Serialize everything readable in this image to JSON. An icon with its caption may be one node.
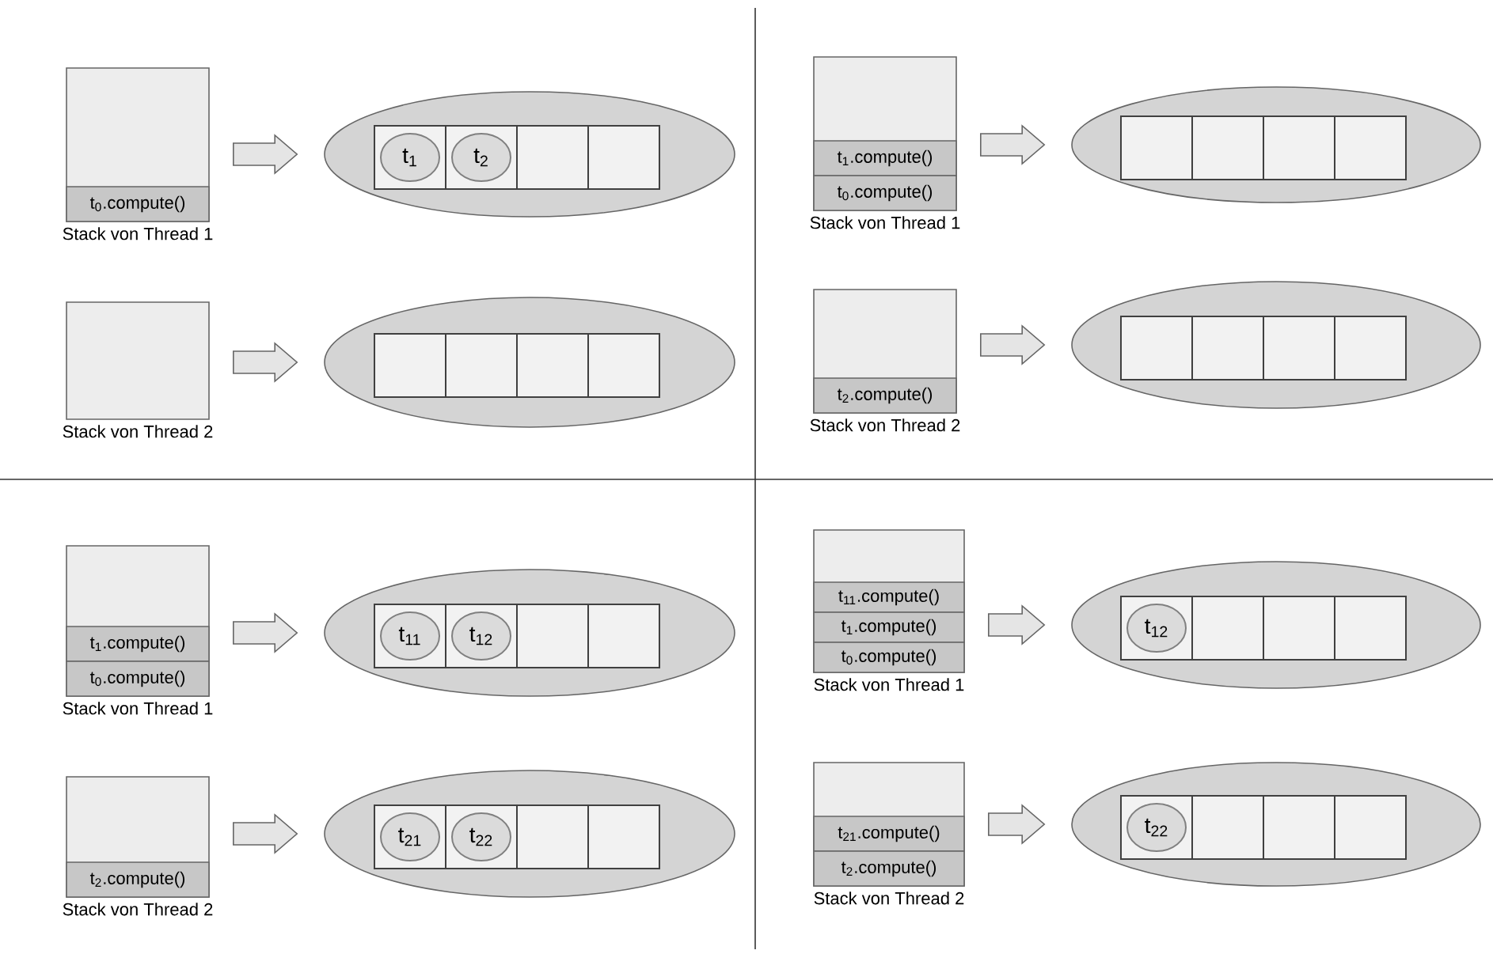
{
  "diagram": {
    "nodes": [
      {
        "text": [
          "Stack von Thread 1"
        ]
      },
      {
        "text": [
          "t$_{0}$.compute()"
        ],
        "in": 0
      },
      {
        "text": [],
        "shape": "ellipse"
      },
      {
        "text": [],
        "shape": "box",
        "in": 2
      },
      {
        "text": [
          "t$_{1}$"
        ],
        "in": 3
      },
      {
        "text": [],
        "shape": "box",
        "in": 2
      },
      {
        "text": [
          "t$_{2}$"
        ],
        "in": 5
      },
      {
        "text": [],
        "shape": "box",
        "in": 2
      },
      {
        "text": [],
        "shape": "box",
        "in": 2
      },
      {
        "text": [
          "Stack von Thread 2"
        ]
      },
      {
        "text": [],
        "shape": "ellipse"
      },
      {
        "text": [],
        "shape": "box",
        "in": 10
      },
      {
        "text": [],
        "shape": "box",
        "in": 10
      },
      {
        "text": [],
        "shape": "box",
        "in": 10
      },
      {
        "text": [],
        "shape": "box",
        "in": 10
      },
      {
        "text": [
          "Stack von Thread 1"
        ]
      },
      {
        "text": [
          "t$_{1}$.compute()"
        ],
        "in": 15
      },
      {
        "text": [
          "t$_{0}$.compute()"
        ],
        "in": 15
      },
      {
        "text": [],
        "shape": "ellipse"
      },
      {
        "text": [],
        "shape": "box",
        "in": 18
      },
      {
        "text": [],
        "shape": "box",
        "in": 18
      },
      {
        "text": [],
        "shape": "box",
        "in": 18
      },
      {
        "text": [],
        "shape": "box",
        "in": 18
      },
      {
        "text": [
          "Stack von Thread 2"
        ]
      },
      {
        "text": [
          "t$_{2}$.compute()"
        ],
        "in": 23
      },
      {
        "text": [],
        "shape": "ellipse"
      },
      {
        "text": [],
        "shape": "box",
        "in": 25
      },
      {
        "text": [],
        "shape": "box",
        "in": 25
      },
      {
        "text": [],
        "shape": "box",
        "in": 25
      },
      {
        "text": [],
        "shape": "box",
        "in": 25
      },
      {
        "text": [
          "Stack von Thread 1"
        ]
      },
      {
        "text": [
          "t$_{1}$.compute()"
        ],
        "in": 30
      },
      {
        "text": [
          "t$_{0}$.compute()"
        ],
        "in": 30
      },
      {
        "text": [],
        "shape": "ellipse"
      },
      {
        "text": [],
        "shape": "box",
        "in": 33
      },
      {
        "text": [
          "t$_{11}$"
        ],
        "in": 34
      },
      {
        "text": [],
        "shape": "box",
        "in": 33
      },
      {
        "text": [
          "t$_{12}$"
        ],
        "in": 36
      },
      {
        "text": [],
        "shape": "box",
        "in": 33
      },
      {
        "text": [],
        "shape": "box",
        "in": 33
      },
      {
        "text": [
          "Stack von Thread 2"
        ]
      },
      {
        "text": [
          "t$_{2}$.compute()"
        ],
        "in": 40
      },
      {
        "text": [],
        "shape": "ellipse"
      },
      {
        "text": [],
        "shape": "box",
        "in": 42
      },
      {
        "text": [
          "t$_{21}$"
        ],
        "in": 43
      },
      {
        "text": [],
        "shape": "box",
        "in": 42
      },
      {
        "text": [
          "t$_{22}$"
        ],
        "in": 45
      },
      {
        "text": [],
        "shape": "box",
        "in": 42
      },
      {
        "text": [],
        "shape": "box",
        "in": 42
      },
      {
        "text": [
          "Stack von Thread 1"
        ]
      },
      {
        "text": [
          "t$_{11}$.compute()"
        ],
        "in": 49
      },
      {
        "text": [
          "t$_{1}$.compute()"
        ],
        "in": 49
      },
      {
        "text": [
          "t$_{0}$.compute()"
        ],
        "in": 49
      },
      {
        "text": [],
        "shape": "ellipse"
      },
      {
        "text": [],
        "shape": "box",
        "in": 53
      },
      {
        "text": [
          "t$_{12}$"
        ],
        "in": 54
      },
      {
        "text": [],
        "shape": "box",
        "in": 53
      },
      {
        "text": [],
        "shape": "box",
        "in": 53
      },
      {
        "text": [],
        "shape": "box",
        "in": 53
      },
      {
        "text": [
          "Stack von Thread 2"
        ]
      },
      {
        "text": [
          "t$_{21}$.compute()"
        ],
        "in": 59
      },
      {
        "text": [
          "t$_{2}$.compute()"
        ],
        "in": 59
      },
      {
        "text": [],
        "shape": "ellipse"
      },
      {
        "text": [],
        "shape": "box",
        "in": 62
      },
      {
        "text": [
          "t$_{22}$"
        ],
        "in": 63
      },
      {
        "text": [],
        "shape": "box",
        "in": 62
      },
      {
        "text": [],
        "shape": "box",
        "in": 62
      },
      {
        "text": [],
        "shape": "box",
        "in": 62
      }
    ],
    "edges": [
      {
        "from": 0,
        "to": 2,
        "arrow": "to"
      },
      {
        "from": 9,
        "to": 10,
        "arrow": "to"
      },
      {
        "from": 15,
        "to": 18,
        "arrow": "to"
      },
      {
        "from": 23,
        "to": 25,
        "arrow": "to"
      },
      {
        "from": 30,
        "to": 33,
        "arrow": "to"
      },
      {
        "from": 40,
        "to": 42,
        "arrow": "to"
      },
      {
        "from": 49,
        "to": 53,
        "arrow": "to"
      },
      {
        "from": 59,
        "to": 62,
        "arrow": "to"
      }
    ]
  }
}
